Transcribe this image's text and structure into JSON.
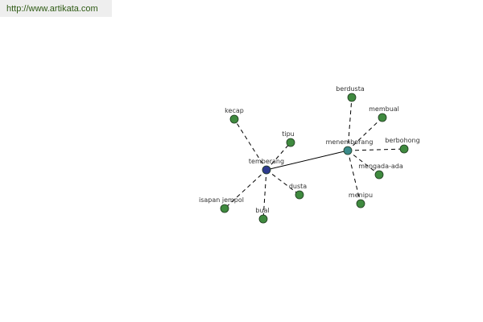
{
  "source_url": "http://www.artikata.com",
  "colors": {
    "root": "#2e3b8f",
    "hub": "#3a8a8a",
    "leaf": "#3f8a3f",
    "node_stroke": "#1f3a1f",
    "edge": "#000000",
    "label": "#333333"
  },
  "nodes": [
    {
      "id": "temberang",
      "label": "temberang",
      "kind": "root"
    },
    {
      "id": "menemberang",
      "label": "menemberang",
      "kind": "hub"
    },
    {
      "id": "kecap",
      "label": "kecap",
      "kind": "leaf"
    },
    {
      "id": "tipu",
      "label": "tipu",
      "kind": "leaf"
    },
    {
      "id": "dusta",
      "label": "dusta",
      "kind": "leaf"
    },
    {
      "id": "isapan_jempol",
      "label": "isapan jempol",
      "kind": "leaf"
    },
    {
      "id": "bual",
      "label": "bual",
      "kind": "leaf"
    },
    {
      "id": "berdusta",
      "label": "berdusta",
      "kind": "leaf"
    },
    {
      "id": "membual",
      "label": "membual",
      "kind": "leaf"
    },
    {
      "id": "berbohong",
      "label": "berbohong",
      "kind": "leaf"
    },
    {
      "id": "mengada_ada",
      "label": "mengada-ada",
      "kind": "leaf"
    },
    {
      "id": "menipu",
      "label": "menipu",
      "kind": "leaf"
    }
  ],
  "edges": [
    {
      "from": "temberang",
      "to": "menemberang",
      "style": "solid"
    },
    {
      "from": "temberang",
      "to": "kecap",
      "style": "dashed"
    },
    {
      "from": "temberang",
      "to": "tipu",
      "style": "dashed"
    },
    {
      "from": "temberang",
      "to": "dusta",
      "style": "dashed"
    },
    {
      "from": "temberang",
      "to": "isapan_jempol",
      "style": "dashed"
    },
    {
      "from": "temberang",
      "to": "bual",
      "style": "dashed"
    },
    {
      "from": "menemberang",
      "to": "berdusta",
      "style": "dashed"
    },
    {
      "from": "menemberang",
      "to": "membual",
      "style": "dashed"
    },
    {
      "from": "menemberang",
      "to": "berbohong",
      "style": "dashed"
    },
    {
      "from": "menemberang",
      "to": "mengada_ada",
      "style": "dashed"
    },
    {
      "from": "menemberang",
      "to": "menipu",
      "style": "dashed"
    }
  ]
}
